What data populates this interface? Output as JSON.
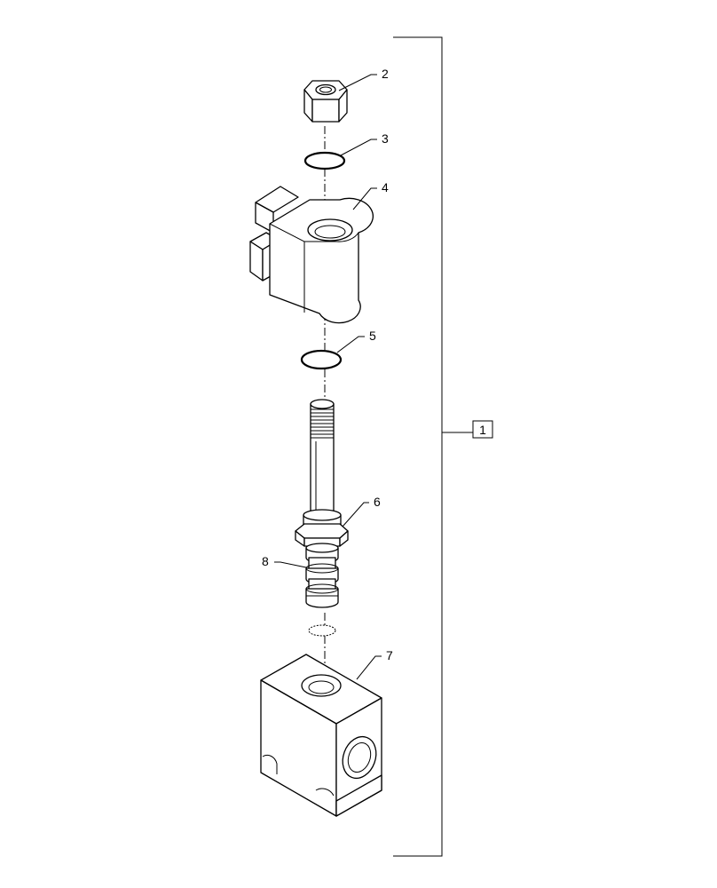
{
  "assembly": {
    "reference_box": "1"
  },
  "callouts": [
    {
      "id": "callout-2",
      "text": "2"
    },
    {
      "id": "callout-3",
      "text": "3"
    },
    {
      "id": "callout-4",
      "text": "4"
    },
    {
      "id": "callout-5",
      "text": "5"
    },
    {
      "id": "callout-6",
      "text": "6"
    },
    {
      "id": "callout-7",
      "text": "7"
    },
    {
      "id": "callout-8",
      "text": "8"
    }
  ]
}
